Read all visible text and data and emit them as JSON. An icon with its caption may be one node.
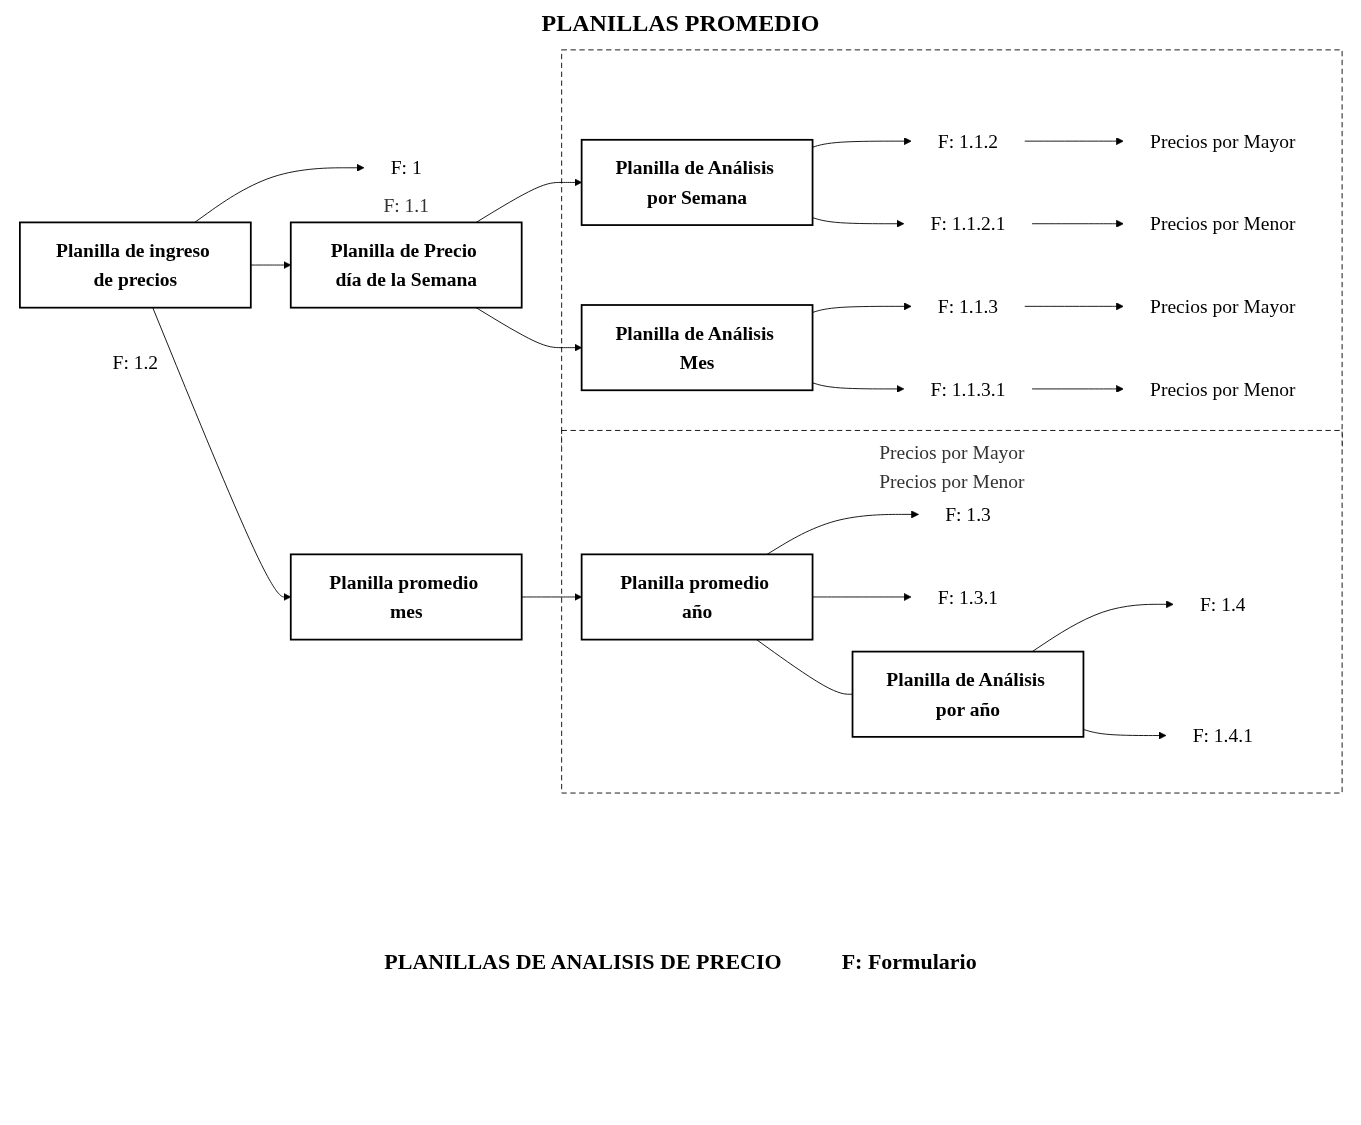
{
  "diagram": {
    "title": "PLANILLAS PROMEDIO",
    "nodes": [
      {
        "text": [
          "Planilla de ingreso de precios"
        ]
      },
      {
        "text": [
          "F: 1"
        ]
      },
      {
        "text": [
          "Planilla promedio mes"
        ]
      },
      {
        "text": [
          "F: 1.2"
        ]
      },
      {
        "text": [
          "Precios por Mayor",
          "Precios por Menor"
        ]
      },
      {
        "text": [
          "Planilla promedio año"
        ],
        "in": 4
      },
      {
        "text": [
          "F: 1.3"
        ],
        "in": 4
      },
      {
        "text": [
          "F: 1.3.1"
        ],
        "in": 4
      },
      {
        "text": [
          "Planilla de Análisis por año"
        ],
        "in": 4
      },
      {
        "text": [
          "F: 1.4"
        ],
        "in": 4
      },
      {
        "text": [
          "F: 1.4.1"
        ],
        "in": 4
      },
      {
        "text": [
          "Planilla de Precio día de la Semana"
        ],
        "beside": [
          "F: 1.1"
        ]
      },
      {
        "text": [],
        "shape": "box"
      },
      {
        "text": [
          "Planilla de Análisis por Semana"
        ],
        "in": 12
      },
      {
        "text": [
          "F: 1.1.2"
        ],
        "in": 12
      },
      {
        "text": [
          "Precios por Mayor"
        ],
        "in": 12
      },
      {
        "text": [
          "F: 1.1.2.1"
        ],
        "in": 12
      },
      {
        "text": [
          "Precios por Menor"
        ],
        "in": 12
      },
      {
        "text": [
          "Planilla de Análisis Mes"
        ],
        "in": 12
      },
      {
        "text": [
          "F: 1.1.3"
        ],
        "in": 12
      },
      {
        "text": [
          "Precios por Mayor"
        ],
        "in": 12
      },
      {
        "text": [
          "F: 1.1.3.1"
        ],
        "in": 12
      },
      {
        "text": [
          "Precios por Menor"
        ],
        "in": 12
      }
    ],
    "edges": [
      {
        "from": 0,
        "to": 1,
        "arrow": "to"
      },
      {
        "from": 0,
        "to": 2,
        "arrow": "to"
      },
      {
        "from": 2,
        "to": 5,
        "arrow": "to"
      },
      {
        "from": 5,
        "to": 6,
        "arrow": "to"
      },
      {
        "from": 5,
        "to": 7,
        "arrow": "to"
      },
      {
        "from": 5,
        "to": 8,
        "arrow": "none"
      },
      {
        "from": 8,
        "to": 9,
        "arrow": "to"
      },
      {
        "from": 8,
        "to": 10,
        "arrow": "to"
      },
      {
        "from": 0,
        "to": 11,
        "arrow": "to"
      },
      {
        "from": 11,
        "to": 13,
        "arrow": "to"
      },
      {
        "from": 11,
        "to": 18,
        "arrow": "to"
      },
      {
        "from": 13,
        "to": 14,
        "arrow": "to"
      },
      {
        "from": 14,
        "to": 15,
        "arrow": "to"
      },
      {
        "from": 13,
        "to": 16,
        "arrow": "to"
      },
      {
        "from": 16,
        "to": 17,
        "arrow": "to"
      },
      {
        "from": 18,
        "to": 19,
        "arrow": "to"
      },
      {
        "from": 19,
        "to": 20,
        "arrow": "to"
      },
      {
        "from": 18,
        "to": 21,
        "arrow": "to"
      },
      {
        "from": 21,
        "to": 22,
        "arrow": "to"
      }
    ],
    "labels": [
      "PLANILLAS DE ANALISIS DE PRECIO",
      "F: Formulario"
    ]
  }
}
